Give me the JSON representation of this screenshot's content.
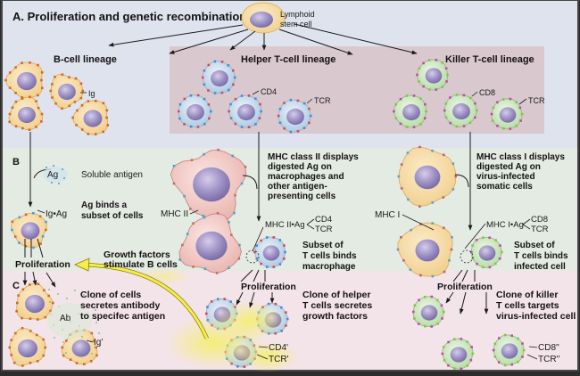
{
  "sections": {
    "a": {
      "title": "A. Proliferation and genetic recombination",
      "stem_cell_label_1": "Lymphoid",
      "stem_cell_label_2": "stem cell",
      "b_lineage": "B-cell lineage",
      "helper_lineage": "Helper T-cell lineage",
      "killer_lineage": "Killer T-cell lineage",
      "ig": "Ig",
      "cd4": "CD4",
      "tcr_helper": "TCR",
      "cd8": "CD8",
      "tcr_killer": "TCR"
    },
    "b": {
      "letter": "B",
      "ag": "Ag",
      "soluble_antigen": "Soluble antigen",
      "ig_ag": "Ig•Ag",
      "ag_binds": [
        "Ag binds a",
        "subset of cells"
      ],
      "mhc2_desc": [
        "MHC class II displays",
        "digested Ag on",
        "macrophages and",
        "other antigen-",
        "presenting cells"
      ],
      "mhc2": "MHC II",
      "mhc2_ag": "MHC II•Ag",
      "cd4": "CD4",
      "tcr_helper": "TCR",
      "subset_macrophage": [
        "Subset of",
        "T cells binds",
        "macrophage"
      ],
      "mhc1_desc": [
        "MHC class I displays",
        "digested Ag on",
        "virus-infected",
        "somatic cells"
      ],
      "mhc1": "MHC I",
      "mhc1_ag": "MHC I•Ag",
      "cd8": "CD8",
      "tcr_killer": "TCR",
      "subset_infected": [
        "Subset of",
        "T cells binds",
        "infected cell"
      ],
      "proliferation_b": "Proliferation",
      "growth_factors": [
        "Growth factors",
        "stimulate B cells"
      ]
    },
    "c": {
      "letter": "C",
      "ab": "Ab",
      "clone_b": [
        "Clone of cells",
        "secretes antibody",
        "to specifec antigen"
      ],
      "ig_prime": "Ig'",
      "proliferation_helper": "Proliferation",
      "clone_helper": [
        "Clone of helper",
        "T cells secretes",
        "growth factors"
      ],
      "cd4_prime": "CD4'",
      "tcr_prime": "TCR'",
      "proliferation_killer": "Proliferation",
      "clone_killer": [
        "Clone of killer",
        "T cells targets",
        "virus-infected cell"
      ],
      "cd8_dprime": "CD8''",
      "tcr_dprime": "TCR''"
    }
  },
  "colors": {
    "section_a_bg": "#dfe3ee",
    "section_b_bg": "#e4ebe2",
    "section_c_bg": "#f3e4ea",
    "t_cell_panel": "#d8c2c8",
    "b_cell_fill": "#f6d9a0",
    "helper_cell_fill": "#c8dcec",
    "killer_cell_fill": "#cfe8c4",
    "macrophage_fill": "#f2c9c6",
    "nucleus": "#9a8fc0",
    "growth_factor_yellow": "#f4f07a"
  }
}
